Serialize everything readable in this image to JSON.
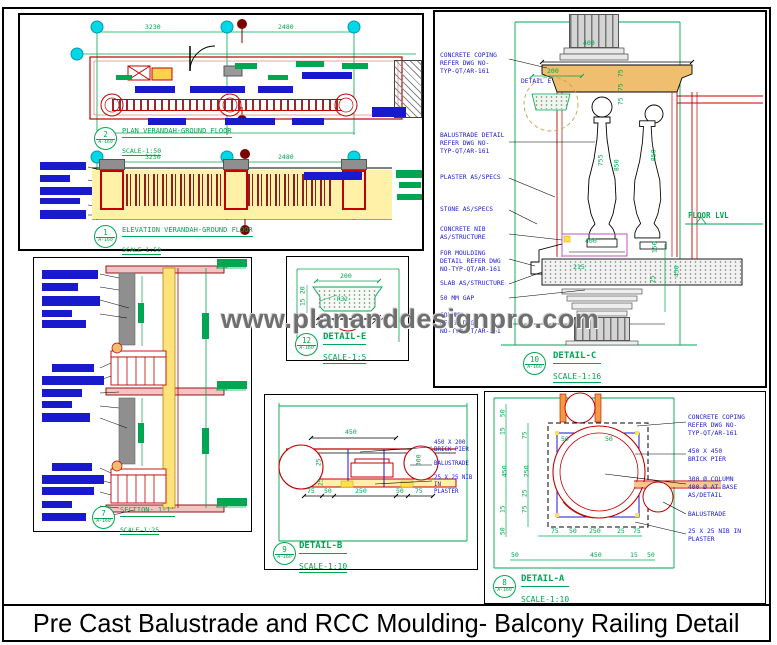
{
  "sheet": {
    "watermark": "www.plananddesignpro.com",
    "title": "Pre Cast Balustrade and RCC Moulding- Balcony Railing Detail"
  },
  "colors": {
    "cad_green": "#00A651",
    "label_blue": "#1A1ACD",
    "line_red": "#C00000",
    "marker_maroon": "#7A0000",
    "coping_tan": "#EFBE6E",
    "band_yellow": "#FFF1A8",
    "grid_cyan": "#00D8E8",
    "nib_magenta": "#C050C0",
    "watermark_gray": "#6F6F6F"
  },
  "plan": {
    "callout_no": "2",
    "callout_sheet": "A-160",
    "title": "PLAN VERANDAH-GROUND FLOOR",
    "scale": "SCALE-1:50",
    "dims": [
      "3230",
      "2480"
    ]
  },
  "elevation": {
    "callout_no": "1",
    "callout_sheet": "A-160",
    "title": "ELEVATION VERANDAH-GROUND FLOOR",
    "scale": "SCALE-1:50",
    "dims": [
      "3230",
      "2480"
    ]
  },
  "section": {
    "callout_no": "7",
    "callout_sheet": "A-160",
    "title": "SECTION- 1-1'",
    "scale": "SCALE-1:25"
  },
  "detail_c": {
    "callout_no": "10",
    "callout_sheet": "A-160",
    "title": "DETAIL-C",
    "scale": "SCALE-1:16",
    "floor_level": "FLOOR LVL",
    "labels": [
      "CONCRETE COPING\nREFER DWG NO-\nTYP-QT/AR-161",
      "DETAIL E",
      "BALUSTRADE DETAIL\nREFER DWG NO-\nTYP-QT/AR-161",
      "PLASTER AS/SPECS",
      "STONE AS/SPECS",
      "CONCRETE NIB\nAS/STRUCTURE",
      "FOR MOULDING\nDETAIL REFER DWG\nNO-TYP-QT/AR-161",
      "SLAB AS/STRUCTURE",
      "50 MM GAP",
      "COLUMN\nREFER DWG\nNO-TYP-QT/AR-161"
    ],
    "dims": [
      "200",
      "75",
      "75",
      "75",
      "755",
      "850",
      "850",
      "400",
      "400",
      "215",
      "150",
      "450",
      "25"
    ]
  },
  "detail_e": {
    "callout_no": "12",
    "callout_sheet": "A-160",
    "title": "DETAIL-E",
    "scale": "SCALE-1:5",
    "dims": [
      "200",
      "R32",
      "20",
      "15"
    ]
  },
  "detail_b": {
    "callout_no": "9",
    "callout_sheet": "A-160",
    "title": "DETAIL-B",
    "scale": "SCALE-1:10",
    "labels": [
      "450 X 200\nBRICK PIER",
      "BALUSTRADE",
      "25 X 25 NIB IN\nPLASTER"
    ],
    "dims": [
      "450",
      "300",
      "25",
      "25",
      "75",
      "50",
      "250",
      "50",
      "75"
    ]
  },
  "detail_a": {
    "callout_no": "8",
    "callout_sheet": "A-160",
    "title": "DETAIL-A",
    "scale": "SCALE-1:10",
    "labels": [
      "CONCRETE COPING\nREFER DWG NO-\nTYP-QT/AR-161",
      "450 X 450\nBRICK PIER",
      "300 Ø COLUMN\n400 Ø AT BASE\nAS/DETAIL",
      "BALUSTRADE",
      "25 X 25 NIB IN\nPLASTER"
    ],
    "dims_left": [
      "50",
      "15",
      "450",
      "15",
      "50"
    ],
    "dims_inner": [
      "75",
      "250",
      "25",
      "75"
    ],
    "dims_top_inner": [
      "50",
      "50"
    ],
    "dims_bottom1": [
      "75",
      "50",
      "250",
      "25",
      "75"
    ],
    "dims_bottom2": [
      "50",
      "450",
      "15",
      "50"
    ]
  }
}
